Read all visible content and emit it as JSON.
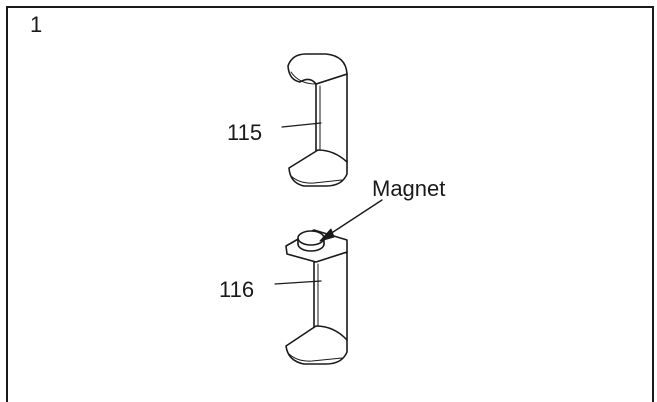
{
  "step": {
    "number": "1"
  },
  "parts": {
    "upper_part_number": "115",
    "lower_part_number": "116",
    "callout_label": "Magnet"
  },
  "colors": {
    "line": "#1a1a1a",
    "fill": "#ffffff"
  }
}
